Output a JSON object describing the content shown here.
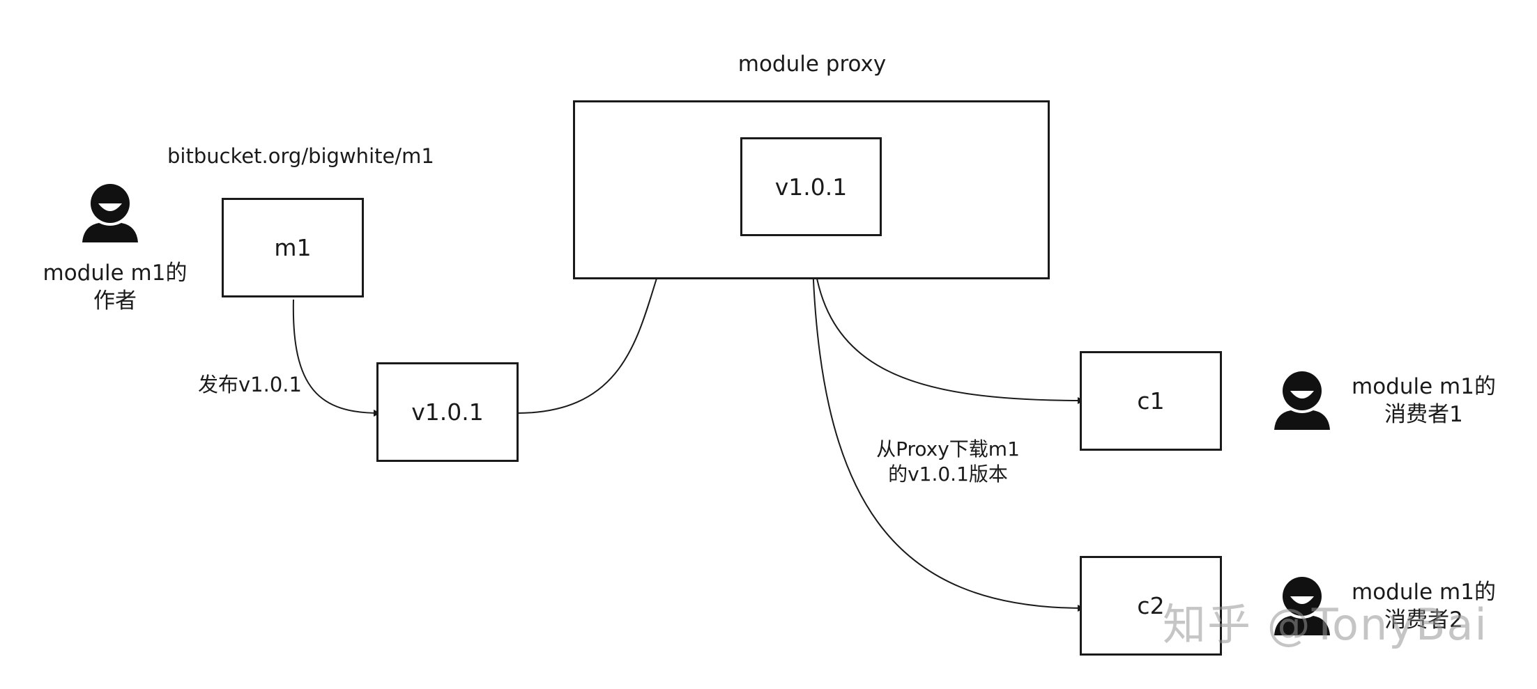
{
  "proxy": {
    "title": "module proxy",
    "version_label": "v1.0.1"
  },
  "author": {
    "repo_path": "bitbucket.org/bigwhite/m1",
    "module_label": "m1",
    "role_line1": "module m1的",
    "role_line2": "作者"
  },
  "release": {
    "action_label": "发布v1.0.1",
    "version_label": "v1.0.1"
  },
  "download": {
    "line1": "从Proxy下载m1",
    "line2": "的v1.0.1版本"
  },
  "consumers": [
    {
      "box_label": "c1",
      "role_line1": "module m1的",
      "role_line2": "消费者1"
    },
    {
      "box_label": "c2",
      "role_line1": "module m1的",
      "role_line2": "消费者2"
    }
  ],
  "watermark": "知乎 @TonyBai"
}
